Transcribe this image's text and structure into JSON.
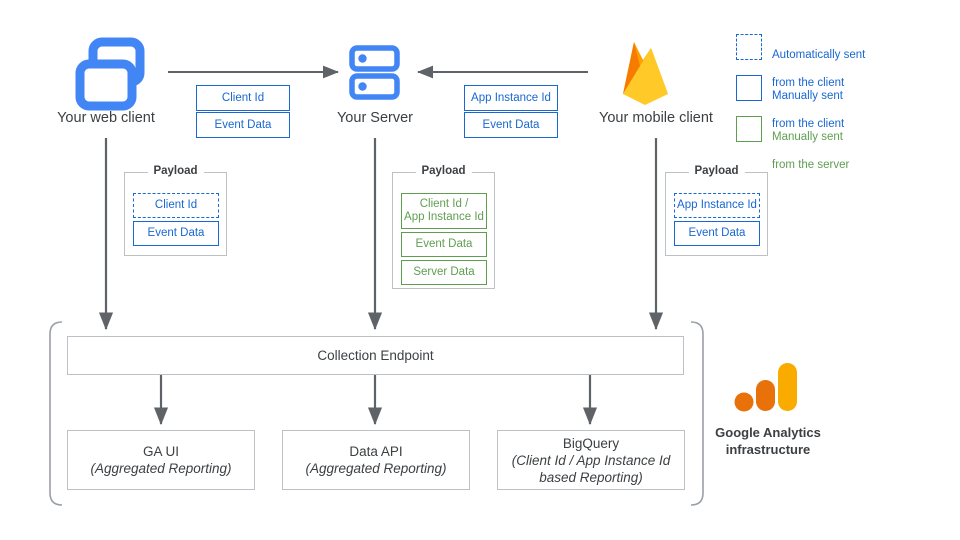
{
  "diagram": {
    "title": "Google Analytics data collection architecture",
    "colors": {
      "google_blue": "#4285F4",
      "token_blue": "#1967d2",
      "token_green": "#5f9e50",
      "arrow_grey": "#5f6368",
      "box_grey": "#bdc1c6",
      "firebase_amber": "#FFA000",
      "firebase_yellow": "#FFCA28",
      "ga_orange": "#E8710A",
      "ga_amber": "#F9AB00"
    }
  },
  "nodes": {
    "web_client": {
      "label": "Your web client",
      "icon": "web-client-icon"
    },
    "server": {
      "label": "Your Server",
      "icon": "server-icon"
    },
    "mobile_client": {
      "label": "Your mobile client",
      "icon": "firebase-icon"
    }
  },
  "transport": {
    "web_to_server": {
      "arrow": "arrow-right",
      "tokens": [
        {
          "label": "Client Id",
          "style": "solid-blue"
        },
        {
          "label": "Event Data",
          "style": "solid-blue"
        }
      ]
    },
    "mobile_to_server": {
      "arrow": "arrow-left",
      "tokens": [
        {
          "label": "App Instance Id",
          "style": "solid-blue"
        },
        {
          "label": "Event Data",
          "style": "solid-blue"
        }
      ]
    }
  },
  "payloads": [
    {
      "title": "Payload",
      "source": "web-client",
      "tokens": [
        {
          "label": "Client Id",
          "style": "dashed-blue"
        },
        {
          "label": "Event Data",
          "style": "solid-blue"
        }
      ]
    },
    {
      "title": "Payload",
      "source": "server",
      "tokens": [
        {
          "label": "Client Id /\nApp Instance Id",
          "style": "solid-green"
        },
        {
          "label": "Event Data",
          "style": "solid-green"
        },
        {
          "label": "Server Data",
          "style": "solid-green"
        }
      ]
    },
    {
      "title": "Payload",
      "source": "mobile-client",
      "tokens": [
        {
          "label": "App Instance Id",
          "style": "dashed-blue"
        },
        {
          "label": "Event Data",
          "style": "solid-blue"
        }
      ]
    }
  ],
  "legend": {
    "items": [
      {
        "swatch": "dashed-blue",
        "line1": "Automatically sent",
        "line2": "from the client",
        "color": "#1967d2"
      },
      {
        "swatch": "solid-blue",
        "line1": "Manually sent",
        "line2": "from the client",
        "color": "#1967d2"
      },
      {
        "swatch": "solid-green",
        "line1": "Manually sent",
        "line2": "from the server",
        "color": "#5f9e50"
      }
    ]
  },
  "infrastructure": {
    "collection_endpoint": {
      "label": "Collection Endpoint"
    },
    "outputs": [
      {
        "title": "GA UI",
        "subtitle": "(Aggregated Reporting)"
      },
      {
        "title": "Data API",
        "subtitle": "(Aggregated Reporting)"
      },
      {
        "title": "BigQuery",
        "subtitle": "(Client Id / App Instance Id\nbased Reporting)"
      }
    ],
    "brand": {
      "icon": "google-analytics-icon",
      "line1": "Google Analytics",
      "line2": "infrastructure"
    }
  }
}
